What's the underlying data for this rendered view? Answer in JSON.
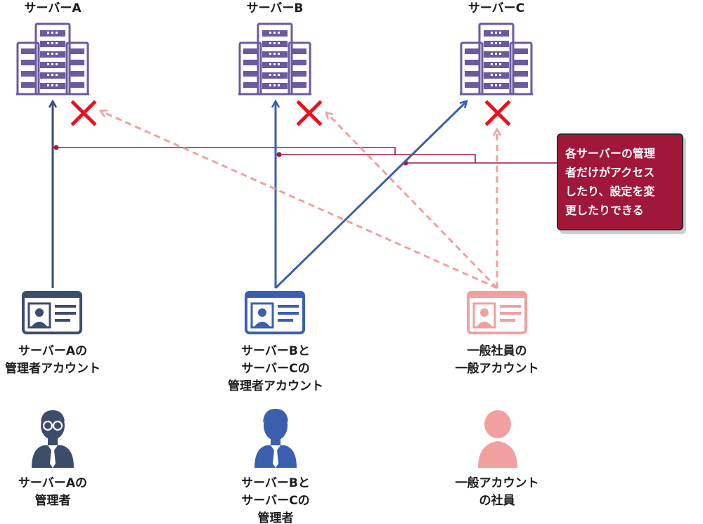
{
  "servers": [
    {
      "title": "サーバーA"
    },
    {
      "title": "サーバーB"
    },
    {
      "title": "サーバーC"
    }
  ],
  "accounts": [
    {
      "lines": [
        "サーバーAの",
        "管理者アカウント"
      ]
    },
    {
      "lines": [
        "サーバーBと",
        "サーバーCの",
        "管理者アカウント"
      ]
    },
    {
      "lines": [
        "一般社員の",
        "一般アカウント"
      ]
    }
  ],
  "people": [
    {
      "lines": [
        "サーバーAの",
        "管理者"
      ]
    },
    {
      "lines": [
        "サーバーBと",
        "サーバーCの",
        "管理者"
      ]
    },
    {
      "lines": [
        "一般アカウント",
        "の社員"
      ]
    }
  ],
  "callout": {
    "lines": [
      "各サーバーの管理",
      "者だけがアクセス",
      "したり、設定を変",
      "更したりできる"
    ]
  },
  "colors": {
    "server_icon": "#6b5a9e",
    "admin_a": "#3c4c6b",
    "admin_bc": "#3b5fae",
    "general": "#f1a0a0",
    "deny_mark": "#e4131e",
    "callout_bg": "#a1173a",
    "connector": "#a1173a"
  },
  "icons": {
    "server": "server-building-icon",
    "account": "id-card-icon",
    "deny": "cross-mark-icon",
    "person_admin_a": "person-with-glasses-icon",
    "person_admin_bc": "person-in-suit-icon",
    "person_general": "person-silhouette-icon"
  }
}
